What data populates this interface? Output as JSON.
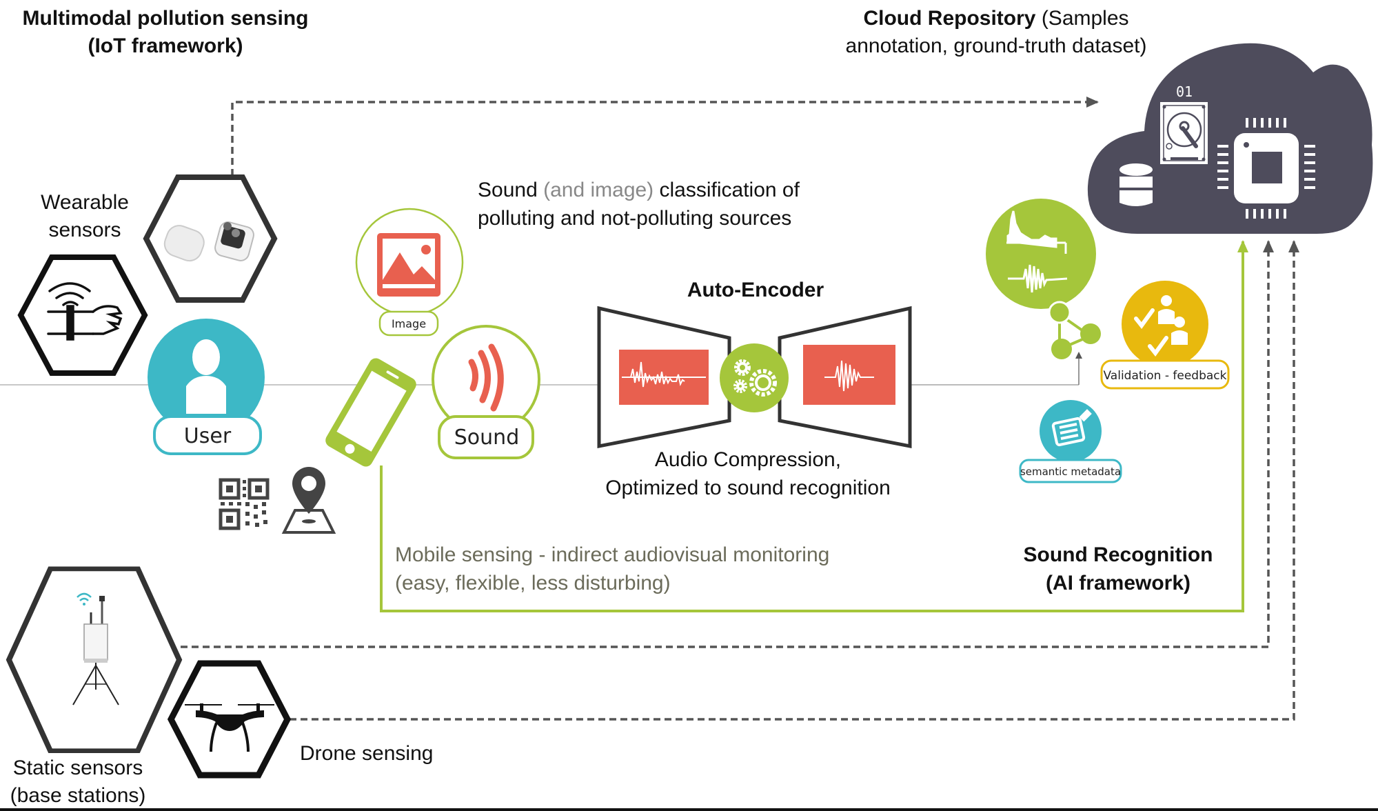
{
  "title_left": {
    "line1": "Multimodal pollution sensing",
    "line2": "(IoT framework)"
  },
  "title_cloud": {
    "bold": "Cloud Repository",
    "rest_line1": " (Samples",
    "line2": "annotation, ground-truth dataset)"
  },
  "wearable": {
    "line1": "Wearable",
    "line2": "sensors"
  },
  "user": {
    "label": "User"
  },
  "image_node": {
    "label": "Image"
  },
  "sound_node": {
    "label": "Sound"
  },
  "classification": {
    "line1_a": "Sound ",
    "line1_b": "(and image)",
    "line1_c": " classification of",
    "line2": "polluting and not-polluting sources"
  },
  "autoencoder": {
    "title": "Auto-Encoder",
    "caption1": "Audio Compression,",
    "caption2": "Optimized to sound recognition"
  },
  "mobile": {
    "line1": "Mobile sensing - indirect audiovisual monitoring",
    "line2": "(easy, flexible, less disturbing)"
  },
  "recognition": {
    "line1": "Sound Recognition",
    "line2": "(AI framework)"
  },
  "validation": {
    "label": "Validation - feedback"
  },
  "semantic": {
    "label": "semantic metadata"
  },
  "static": {
    "line1": "Static sensors",
    "line2": "(base stations)"
  },
  "drone": {
    "label": "Drone sensing"
  },
  "cloud": {
    "disk_label": "01"
  },
  "colors": {
    "green": "#a5c63b",
    "teal": "#3db8c6",
    "red": "#e8604f",
    "yellow": "#e8b90e",
    "cloud": "#4e4c5c",
    "dark": "#222222",
    "dash": "#555555"
  }
}
